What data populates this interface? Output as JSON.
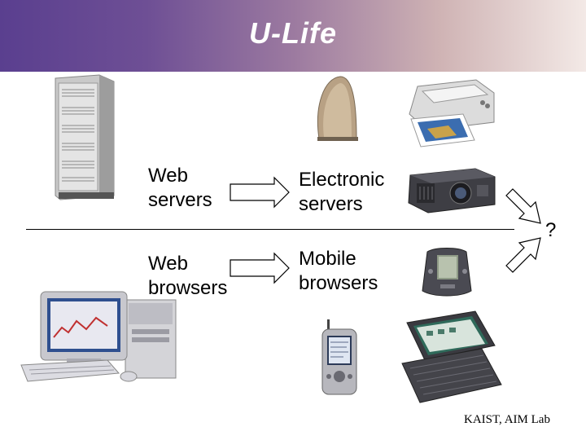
{
  "slide": {
    "title": "U-Life",
    "row1": {
      "left": [
        "Web",
        "servers"
      ],
      "right": [
        "Electronic",
        "servers"
      ]
    },
    "row2": {
      "left": [
        "Web",
        "browsers"
      ],
      "right": [
        "Mobile",
        "browsers"
      ]
    },
    "question": "?",
    "footer": "KAIST, AIM Lab"
  },
  "icons": [
    "server-tower-icon",
    "iron-device-icon",
    "printer-icon",
    "projector-icon",
    "desktop-pc-icon",
    "pda-icon",
    "handheld-pc-icon",
    "palm-device-icon"
  ]
}
